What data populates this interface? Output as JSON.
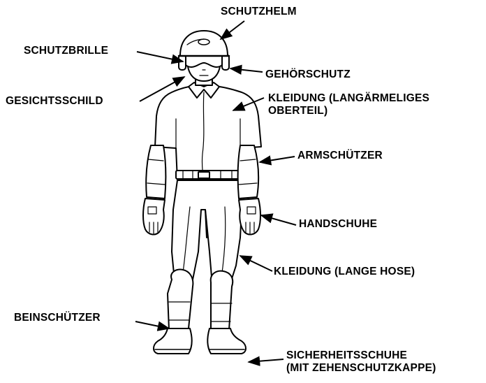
{
  "labels": {
    "helmet": "SCHUTZHELM",
    "goggles": "SCHUTZBRILLE",
    "ear_protection": "GEHÖRSCHUTZ",
    "face_shield": "GESICHTSSCHILD",
    "clothing_top_line1": "KLEIDUNG (LANGÄRMELIGES",
    "clothing_top_line2": "OBERTEIL)",
    "arm_guards": "ARMSCHÜTZER",
    "gloves": "HANDSCHUHE",
    "clothing_pants": "KLEIDUNG (LANGE HOSE)",
    "leg_guards": "BEINSCHÜTZER",
    "safety_shoes_line1": "SICHERHEITSSCHUHE",
    "safety_shoes_line2": "(MIT ZEHENSCHUTZKAPPE)"
  },
  "colors": {
    "line": "#000000",
    "fill": "#ffffff"
  }
}
